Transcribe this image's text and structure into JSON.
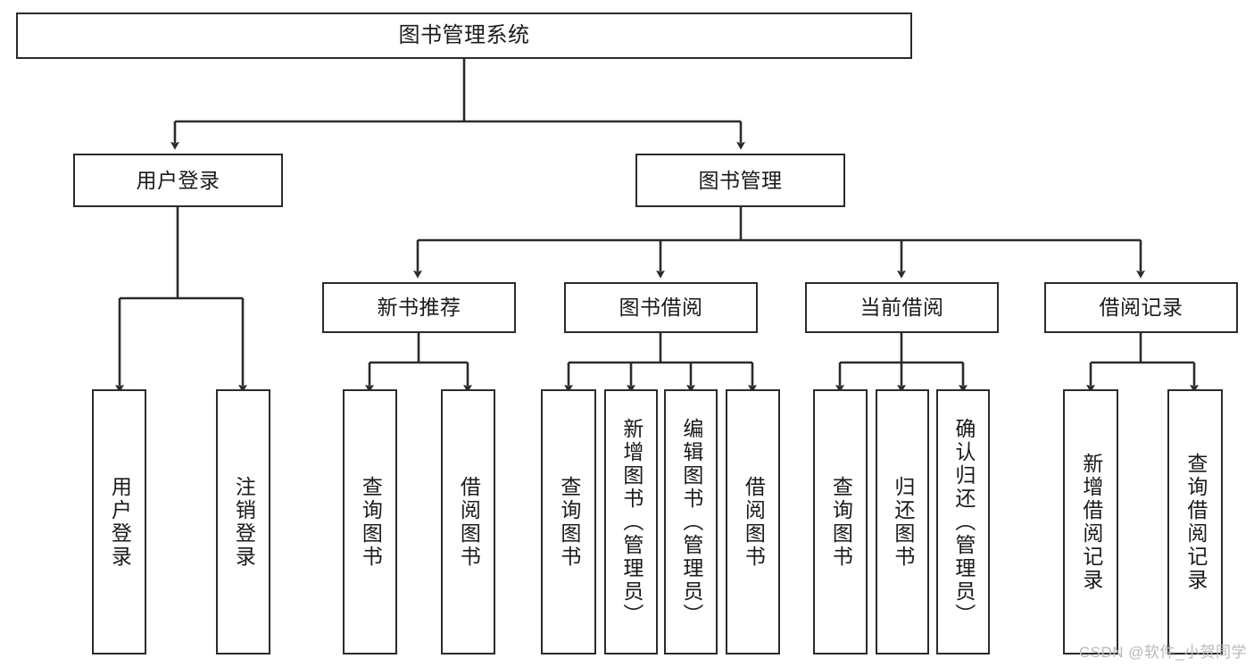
{
  "diagram": {
    "title": "图书管理系统",
    "type": "tree-hierarchy-chart",
    "watermark": "CSDN @软件_小贺同学",
    "colors": {
      "stroke": "#2b2b2b",
      "fill": "#ffffff",
      "text": "#1a1a1a",
      "watermark": "#b9b9b9"
    },
    "nodes": {
      "root": {
        "label": "图书管理系统"
      },
      "level2": [
        {
          "label": "用户登录"
        },
        {
          "label": "图书管理"
        }
      ],
      "level3": [
        {
          "label": "新书推荐"
        },
        {
          "label": "图书借阅"
        },
        {
          "label": "当前借阅"
        },
        {
          "label": "借阅记录"
        }
      ],
      "leaves": {
        "user_login": [
          {
            "label": "用户登录"
          },
          {
            "label": "注销登录"
          }
        ],
        "new_book": [
          {
            "label": "查询图书"
          },
          {
            "label": "借阅图书"
          }
        ],
        "book_borrow": [
          {
            "label": "查询图书"
          },
          {
            "label": "新增图书（管理员）"
          },
          {
            "label": "编辑图书（管理员）"
          },
          {
            "label": "借阅图书"
          }
        ],
        "current_borrow": [
          {
            "label": "查询图书"
          },
          {
            "label": "归还图书"
          },
          {
            "label": "确认归还（管理员）"
          }
        ],
        "borrow_record": [
          {
            "label": "新增借阅记录"
          },
          {
            "label": "查询借阅记录"
          }
        ]
      }
    }
  }
}
